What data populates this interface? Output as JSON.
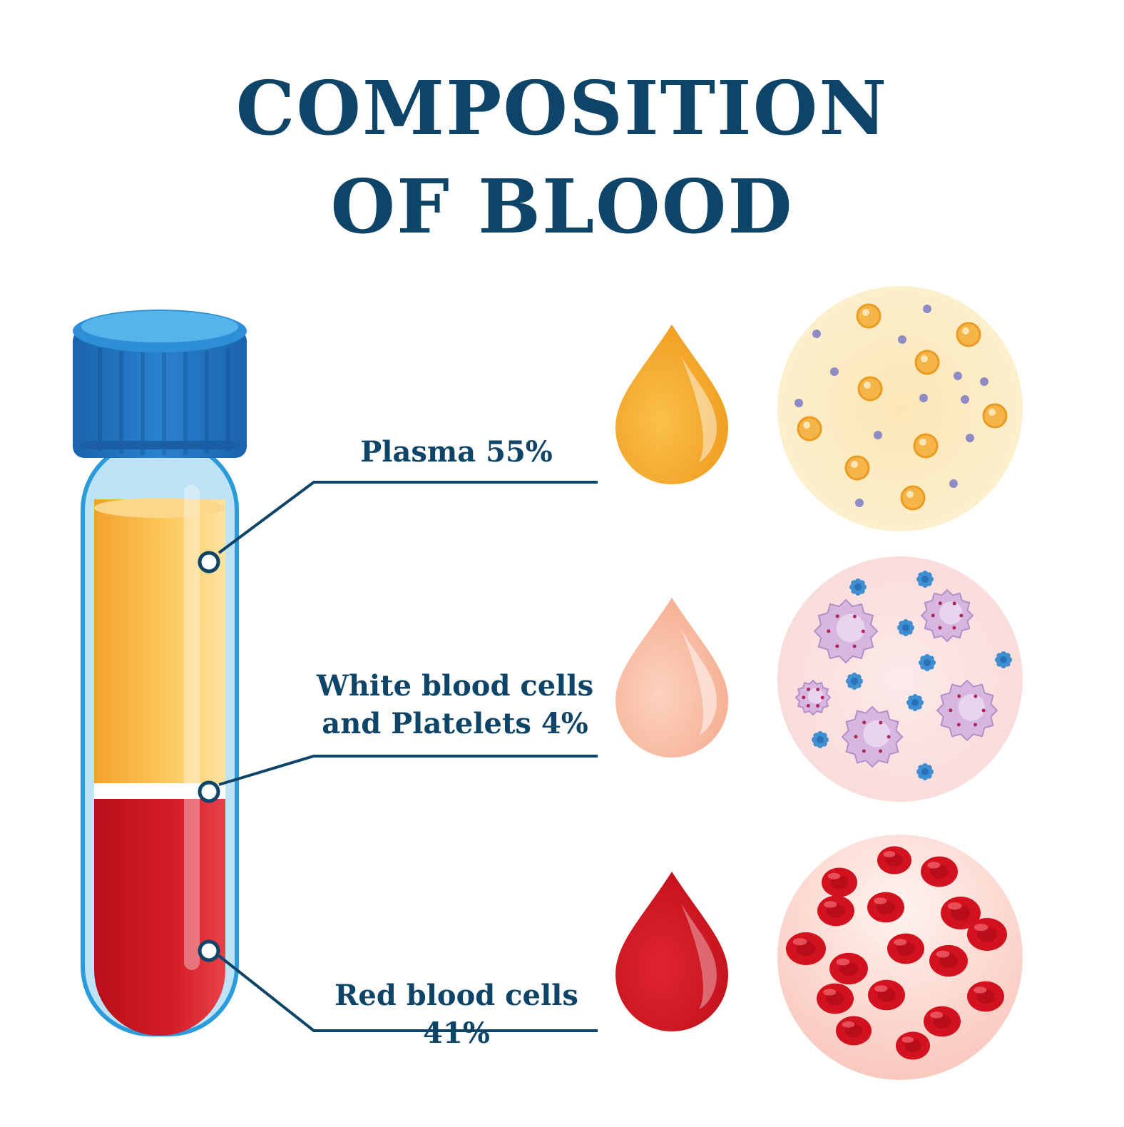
{
  "title": {
    "line1": "COMPOSITION",
    "line2": "OF BLOOD"
  },
  "components": [
    {
      "id": "plasma",
      "name": "Plasma",
      "percent": "55%",
      "percent_value": 55,
      "color": "#f3a72a"
    },
    {
      "id": "wbc-platelets",
      "name_line1": "White blood cells",
      "name_line2": "and Platelets",
      "percent": "4%",
      "percent_value": 4,
      "color": "#f7b49c"
    },
    {
      "id": "rbc",
      "name": "Red blood cells",
      "percent": "41%",
      "percent_value": 41,
      "color": "#d11624"
    }
  ],
  "colors": {
    "title": "#0d4467",
    "tube_cap": "#1d6fb8",
    "tube_glass": "#bfe3f6",
    "plasma": "#f3a72a",
    "buffy_coat": "#ffffff",
    "red_cells": "#c8141f",
    "leader_line": "#0d4467"
  }
}
